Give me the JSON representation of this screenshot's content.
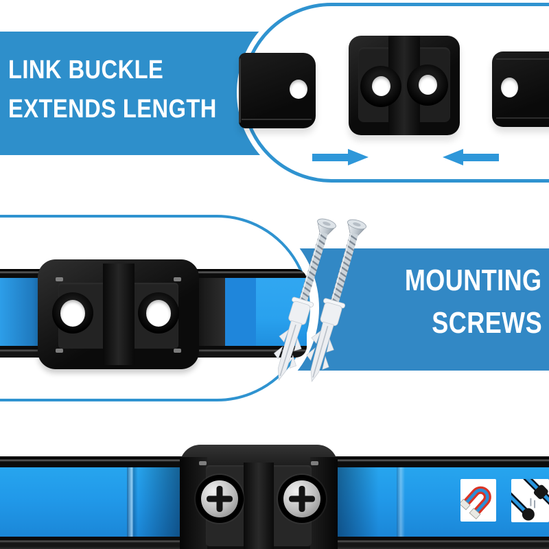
{
  "palette": {
    "banner_blue": "#2E8FCB",
    "band_blue": "#3288C5",
    "outline_blue": "#2F93D0",
    "arrow_blue": "#2E97D9",
    "rail_blue_bright": "#2199E9",
    "rail_blue_insert": "#29A1EE",
    "rail_blue_medium": "#1F86DB",
    "rail_black": "#101010",
    "text_white": "#FFFFFF",
    "screw_silver": "#C9D1D9",
    "anchor_white": "#EDEFF2",
    "magnet_red": "#D93425",
    "magnet_blue": "#2A8FD8"
  },
  "top_banner": {
    "lines": [
      "LINK BUCKLE",
      "EXTENDS LENGTH"
    ]
  },
  "link_buckle_card": {
    "pieces": [
      {
        "name": "rail-end-left",
        "hole_count": 1
      },
      {
        "name": "link-buckle",
        "hole_count": 2
      },
      {
        "name": "rail-end-right",
        "hole_count": 1
      }
    ],
    "arrows": [
      "points-right",
      "points-left"
    ]
  },
  "mounting_label": {
    "lines": [
      "MOUNTING",
      "SCREWS"
    ]
  },
  "hardware": {
    "screw_count": 2,
    "anchor_count": 2
  },
  "rails": {
    "middle_buckle_hole_count": 2,
    "bottom_buckle_screw_count": 2
  },
  "thumbnails": [
    {
      "name": "magnet-feature-thumb"
    },
    {
      "name": "rail-link-feature-thumb"
    }
  ]
}
